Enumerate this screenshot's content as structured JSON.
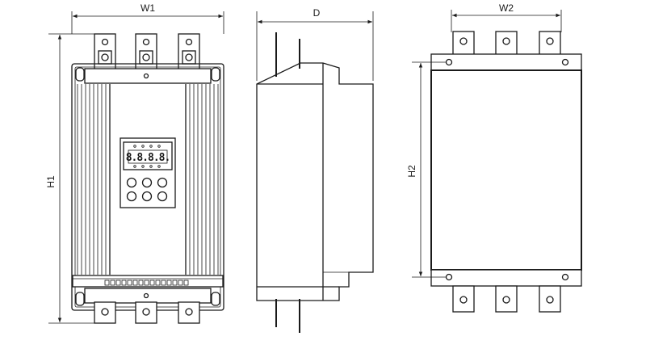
{
  "dimensions": {
    "w1": "W1",
    "d": "D",
    "w2": "W2",
    "h1": "H1",
    "h2": "H2"
  },
  "display": {
    "readout": "8.8.8.8."
  }
}
